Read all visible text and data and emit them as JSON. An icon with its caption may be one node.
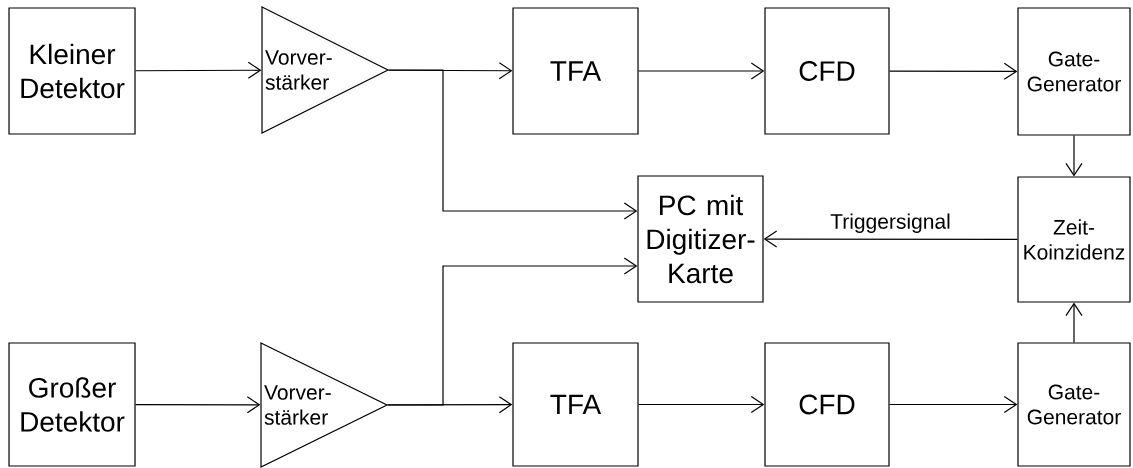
{
  "diagram": {
    "nodes": [
      {
        "text": [
          "Kleiner Detektor"
        ]
      },
      {
        "text": [
          "Vorver- stärker"
        ]
      },
      {
        "text": [
          "TFA"
        ]
      },
      {
        "text": [
          "CFD"
        ]
      },
      {
        "text": [
          "Gate- Generator"
        ]
      },
      {
        "text": [
          "PC mit Digitizer- Karte"
        ]
      },
      {
        "text": [
          "Zeit- Koinzidenz"
        ]
      },
      {
        "text": [
          "Großer Detektor"
        ]
      },
      {
        "text": [
          "Vorver- stärker"
        ]
      },
      {
        "text": [
          "TFA"
        ]
      },
      {
        "text": [
          "CFD"
        ]
      },
      {
        "text": [
          "Gate- Generator"
        ]
      }
    ],
    "edges": [
      {
        "from": 0,
        "to": 1,
        "arrow": "to"
      },
      {
        "from": 1,
        "to": 2,
        "arrow": "to"
      },
      {
        "from": 1,
        "to": 5,
        "arrow": "to"
      },
      {
        "from": 2,
        "to": 3,
        "arrow": "to"
      },
      {
        "from": 3,
        "to": 4,
        "arrow": "to"
      },
      {
        "from": 4,
        "to": 6,
        "arrow": "to"
      },
      {
        "from": 6,
        "to": 5,
        "arrow": "to",
        "label": "Triggersignal"
      },
      {
        "from": 7,
        "to": 8,
        "arrow": "to"
      },
      {
        "from": 8,
        "to": 5,
        "arrow": "to"
      },
      {
        "from": 8,
        "to": 9,
        "arrow": "to"
      },
      {
        "from": 9,
        "to": 10,
        "arrow": "to"
      },
      {
        "from": 10,
        "to": 11,
        "arrow": "to"
      },
      {
        "from": 11,
        "to": 6,
        "arrow": "to"
      }
    ]
  }
}
